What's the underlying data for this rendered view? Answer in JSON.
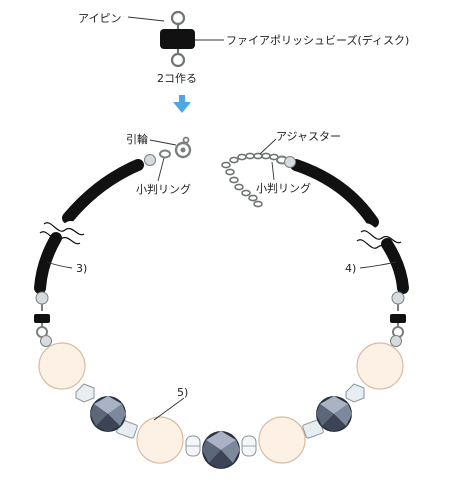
{
  "labels": {
    "eyepin": "アイピン",
    "fire_polish_disk": "ファイアポリッシュビーズ(ディスク)",
    "make_two": "2コ作る",
    "clasp_ring": "引輪",
    "adjuster": "アジャスター",
    "jump_ring_left": "小判リング",
    "jump_ring_right": "小判リング",
    "step_3": "3)",
    "step_4": "4)",
    "step_5": "5)"
  },
  "colors": {
    "cord": "#111111",
    "pearl_fill": "#fdf0e4",
    "pearl_stroke": "#d7bca2",
    "hematite_dark": "#2a3140",
    "hematite_light": "#aab3c4",
    "glass_fill": "#e8edf1",
    "glass_stroke": "#8a959f",
    "metal": "#7a807f",
    "arrow": "#4aa8e8"
  },
  "icons": {
    "arrow": "down-arrow-icon",
    "clasp": "lobster-clasp-icon",
    "chain": "adjuster-chain-icon"
  }
}
